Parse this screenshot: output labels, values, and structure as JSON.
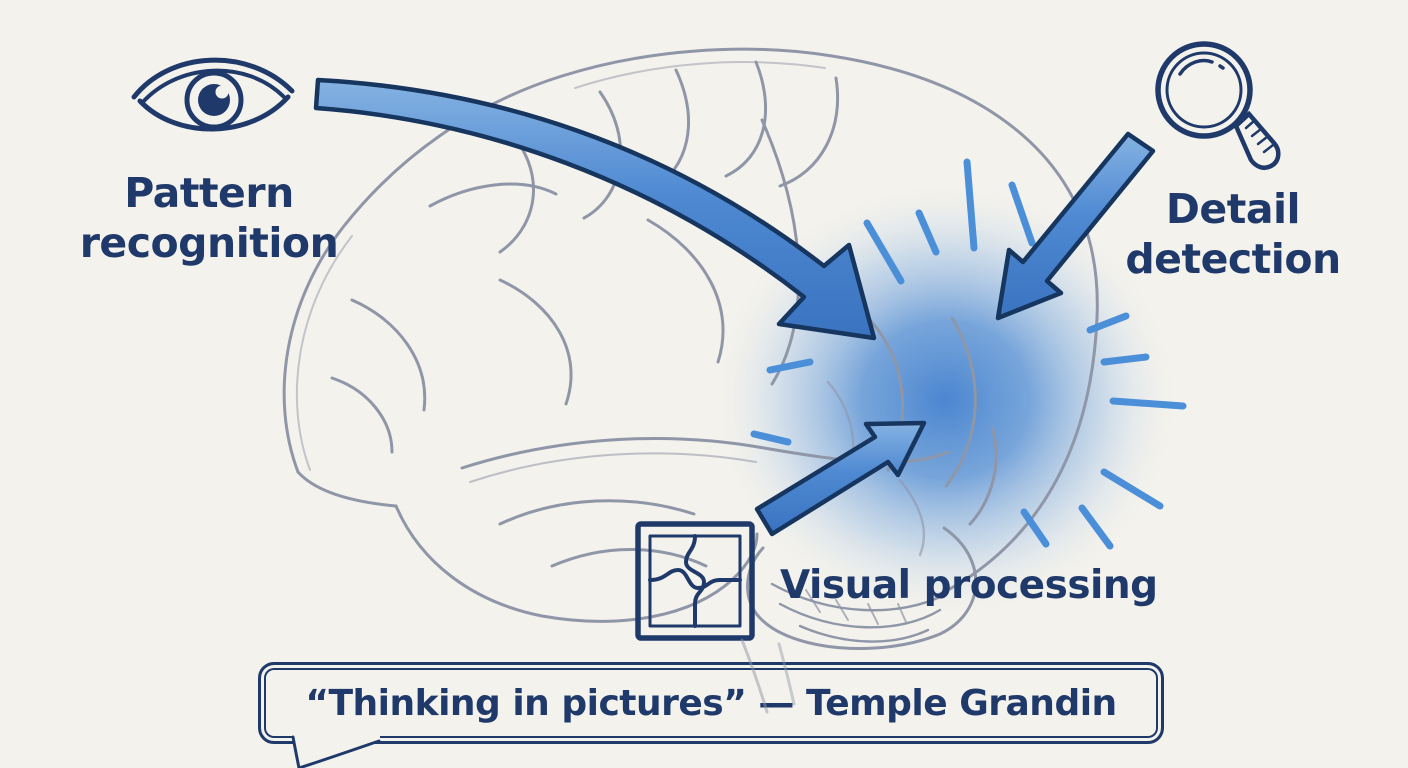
{
  "scene": {
    "background_color": "#f4f2ec",
    "ink_color": "#1f3a6a",
    "accent_color": "#4b86cf",
    "sketch_color": "#8f96a8",
    "glow_color": "#3d7dce",
    "subject": "hand-drawn brain sketch with highlighted visual cortex"
  },
  "nodes": {
    "pattern_recognition": {
      "line1": "Pattern",
      "line2": "recognition",
      "icon": "eye-icon"
    },
    "detail_detection": {
      "line1": "Detail",
      "line2": "detection",
      "icon": "magnifying-glass-icon"
    },
    "visual_processing": {
      "label": "Visual processing",
      "icon": "puzzle-piece-icon"
    }
  },
  "connections": [
    {
      "from": "pattern-recognition",
      "to": "visual-cortex-highlight",
      "style": "curved-arrow"
    },
    {
      "from": "detail-detection",
      "to": "visual-cortex-highlight",
      "style": "straight-arrow"
    },
    {
      "from": "visual-processing",
      "to": "visual-cortex-highlight",
      "style": "straight-arrow"
    }
  ],
  "quote_bubble": {
    "text": "“Thinking in pictures” — Temple Grandin"
  }
}
